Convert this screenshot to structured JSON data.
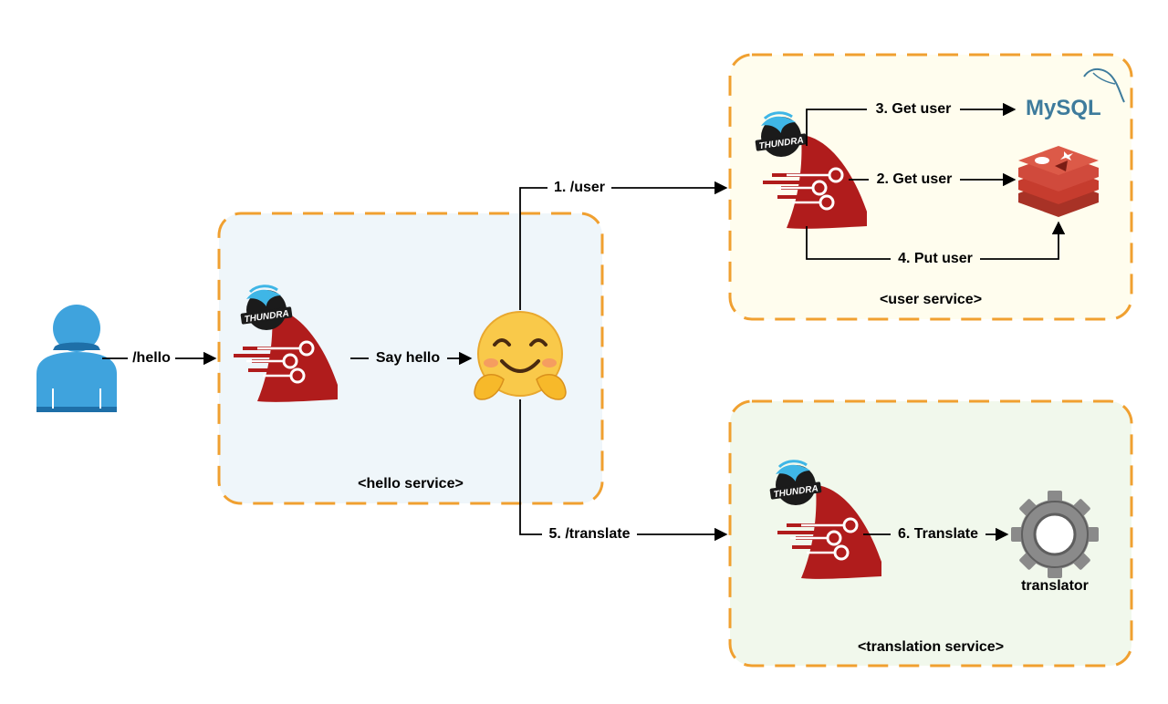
{
  "services": {
    "hello": {
      "label": "<hello service>"
    },
    "user": {
      "label": "<user service>"
    },
    "translation": {
      "label": "<translation service>"
    }
  },
  "edges": {
    "hello": "/hello",
    "say_hello": "Say hello",
    "user": "1. /user",
    "get_user_cache": "2. Get user",
    "get_user_db": "3. Get user",
    "put_user": "4. Put user",
    "translate_route": "5. /translate",
    "translate": "6. Translate"
  },
  "nodes": {
    "translator": "translator",
    "mysql_logo": "MySQL",
    "thundra_logo": "THUNDRA"
  },
  "colors": {
    "dash_border": "#F0A030",
    "hello_fill": "#EFF6FA",
    "user_fill": "#FFFDEE",
    "translation_fill": "#F1F8EC",
    "lambda_red": "#B01C1C",
    "user_blue": "#3FA3DD",
    "redis_red": "#D04A3C",
    "mysql_blue": "#3E7B9C",
    "gear_gray": "#8A8A8A"
  },
  "icons": [
    "user-icon",
    "lambda-icon",
    "thundra-badge-icon",
    "hug-emoji-icon",
    "mysql-logo-icon",
    "redis-icon",
    "gear-icon"
  ]
}
